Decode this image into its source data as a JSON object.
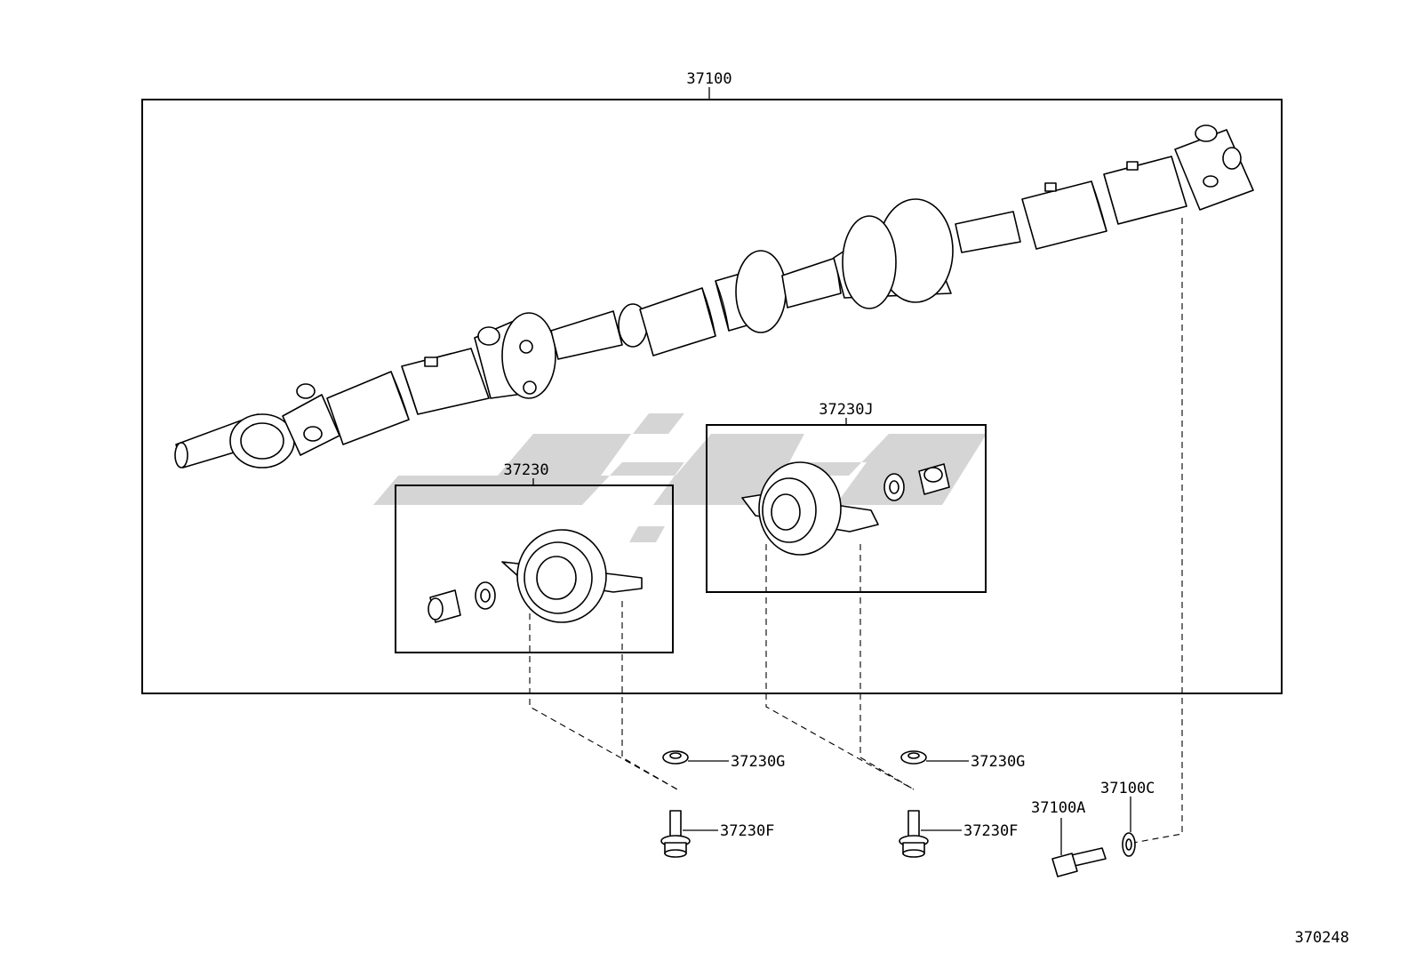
{
  "labels": {
    "assembly": "37100",
    "bearing_left": "37230",
    "bearing_right": "37230J",
    "washer_left": "37230G",
    "washer_right": "37230G",
    "bolt_left": "37230F",
    "bolt_right": "37230F",
    "flange_bolt": "37100A",
    "flange_washer": "37100C",
    "drawing_number": "370248"
  }
}
